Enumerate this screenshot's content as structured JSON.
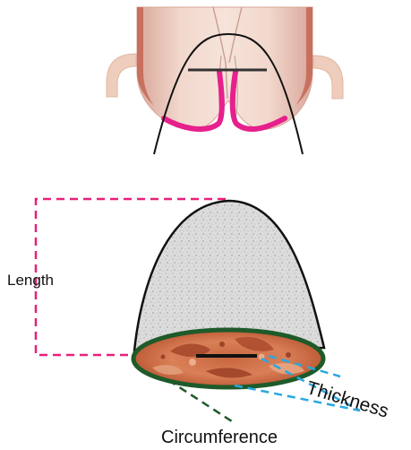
{
  "labels": {
    "length": "Length",
    "thickness": "Thickness",
    "circumference": "Circumference"
  },
  "colors": {
    "length_indicator": "#e8207a",
    "thickness_indicator": "#29a8e0",
    "circumference_indicator": "#1e5a2a",
    "mucosa_highlight": "#e6208c",
    "specimen_outline": "#111111",
    "tissue_fill": "#f0d9cc"
  }
}
